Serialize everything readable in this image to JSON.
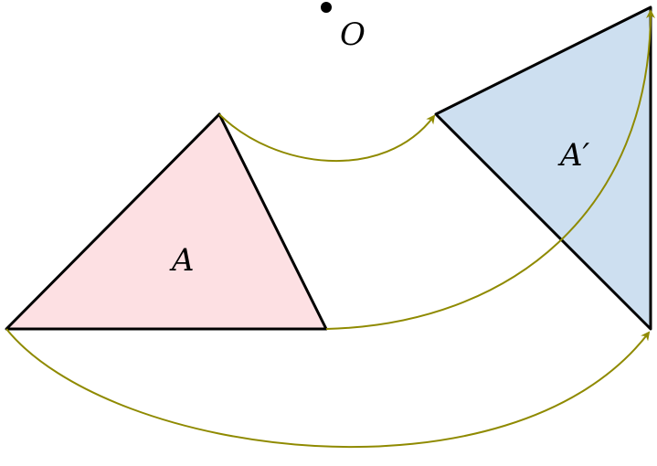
{
  "diagram": {
    "center_point": {
      "label": "O"
    },
    "original_triangle": {
      "label": "A",
      "fill": "#fde0e3",
      "stroke": "#000000"
    },
    "rotated_triangle": {
      "label": "A′",
      "fill": "#cddff0",
      "stroke": "#000000"
    },
    "arc_color": "#8f8a00",
    "rotation_arrows": 3
  }
}
